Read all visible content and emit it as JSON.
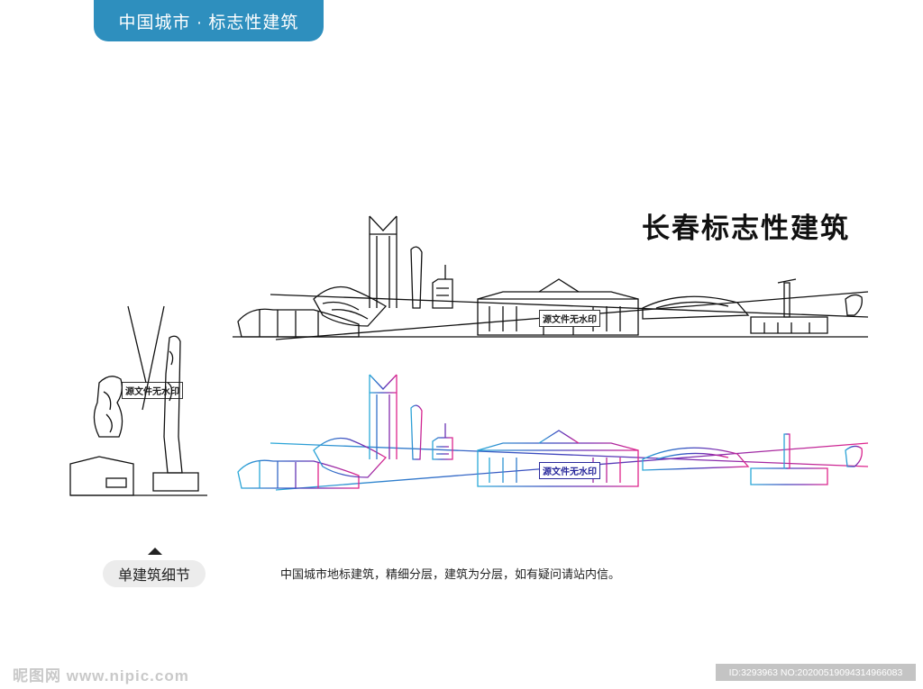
{
  "header": {
    "badge_text": "中国城市 · 标志性建筑"
  },
  "title": "长春标志性建筑",
  "watermark_stamp": "源文件无水印",
  "detail_button": "单建筑细节",
  "description": "中国城市地标建筑，精细分层，建筑为分层，如有疑问请站内信。",
  "footer": {
    "site": "昵图网 www.nipic.com",
    "id_text": "ID:3293963 NO:20200519094314966083"
  },
  "colors": {
    "badge": "#2e8fbe",
    "gradient": [
      "#2aa9d8",
      "#3a4bbf",
      "#7a2bb0",
      "#e0258c"
    ]
  }
}
